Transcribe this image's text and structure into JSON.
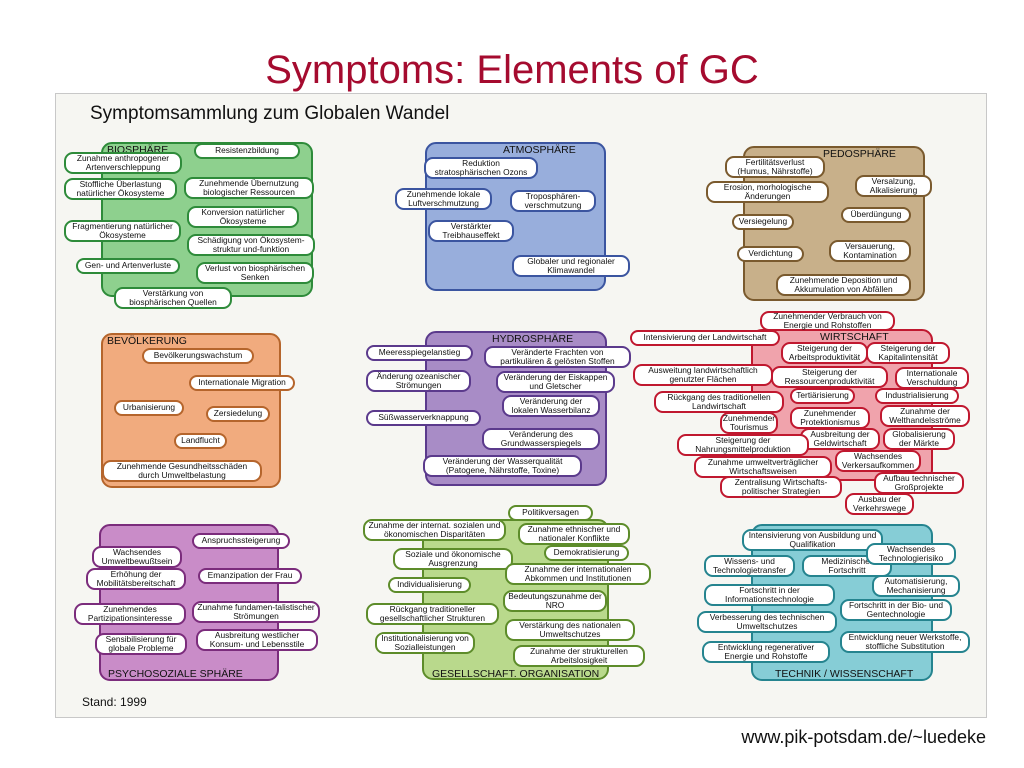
{
  "slide_title": "Symptoms: Elements of GC",
  "heading": "Symptomsammlung zum Globalen Wandel",
  "status": "Stand: 1999",
  "source_url": "www.pik-potsdam.de/~luedeke",
  "colors": {
    "title": "#a50b2f",
    "biosphaere": "#8ed08e",
    "atmosphaere": "#98aedc",
    "pedosphaere": "#c8b08a",
    "bevoelkerung": "#f1ab7e",
    "hydrosphaere": "#a88cc6",
    "wirtschaft": "#f0a3ac",
    "psychosozial": "#c98cc8",
    "gesellschaft": "#b9d98c",
    "technik": "#86cdd6"
  },
  "sections": [
    {
      "id": "biosphaere",
      "label": "BIOSPHÄRE",
      "color": "#8ed08e",
      "stroke": "#2e8b3a",
      "items": [
        "Zunahme anthropogener Artenverschleppung",
        "Resistenzbildung",
        "Stoffliche Überlastung natürlicher Ökosysteme",
        "Zunehmende Übernutzung biologischer Ressourcen",
        "Konversion natürlicher Ökosysteme",
        "Fragmentierung natürlicher Ökosysteme",
        "Schädigung von Ökosystem-struktur und-funktion",
        "Gen- und Artenverluste",
        "Verlust von biosphärischen Senken",
        "Verstärkung von biosphärischen Quellen"
      ]
    },
    {
      "id": "atmosphaere",
      "label": "ATMOSPHÄRE",
      "color": "#98aedc",
      "stroke": "#3b55a0",
      "items": [
        "Reduktion stratosphärischen Ozons",
        "Zunehmende lokale Luftverschmutzung",
        "Troposphären-verschmutzung",
        "Verstärkter Treibhauseffekt",
        "Globaler und regionaler Klimawandel"
      ]
    },
    {
      "id": "pedosphaere",
      "label": "PEDOSPHÄRE",
      "color": "#c8b08a",
      "stroke": "#7a5a2e",
      "items": [
        "Fertilitätsverlust (Humus, Nährstoffe)",
        "Versalzung, Alkalisierung",
        "Erosion, morhologische Änderungen",
        "Versiegelung",
        "Überdüngung",
        "Verdichtung",
        "Versauerung, Kontamination",
        "Zunehmende Deposition und Akkumulation von Abfällen"
      ]
    },
    {
      "id": "bevoelkerung",
      "label": "BEVÖLKERUNG",
      "color": "#f1ab7e",
      "stroke": "#b5652c",
      "items": [
        "Bevölkerungswachstum",
        "Internationale Migration",
        "Urbanisierung",
        "Zersiedelung",
        "Landflucht",
        "Zunehmende Gesundheitsschäden durch Umweltbelastung"
      ]
    },
    {
      "id": "hydrosphaere",
      "label": "HYDROSPHÄRE",
      "color": "#a88cc6",
      "stroke": "#5b3a8c",
      "items": [
        "Meeresspiegelanstieg",
        "Veränderte Frachten von partikulären & gelösten Stoffen",
        "Änderung ozeanischer Strömungen",
        "Veränderung der Eiskappen und Gletscher",
        "Veränderung der lokalen Wasserbilanz",
        "Süßwasserverknappung",
        "Veränderung des Grundwasserspiegels",
        "Veränderung der Wasserqualität (Patogene, Nährstoffe, Toxine)"
      ]
    },
    {
      "id": "wirtschaft",
      "label": "WIRTSCHAFT",
      "color": "#f0a3ac",
      "stroke": "#c0182f",
      "items": [
        "Zunehmender Verbrauch von Energie und Rohstoffen",
        "Intensivierung der Landwirtschaft",
        "Steigerung der Arbeitsproduktivität",
        "Steigerung der Kapitalintensität",
        "Ausweitung landwirtschaftlich genutzter Flächen",
        "Steigerung der Ressourcenproduktivität",
        "Internationale Verschuldung",
        "Rückgang des traditionellen Landwirtschaft",
        "Tertiärisierung",
        "Industrialisierung",
        "Zunehmender Tourismus",
        "Zunehmender Protektionismus",
        "Zunahme der Welthandelsströme",
        "Ausbreitung der Geldwirtschaft",
        "Globalisierung der Märkte",
        "Steigerung der Nahrungsmittelproduktion",
        "Zunahme umweltverträglicher Wirtschaftsweisen",
        "Wachsendes Verkersaufkommen",
        "Zentralisung Wirtschafts-politischer Strategien",
        "Aufbau technischer Großprojekte",
        "Ausbau der Verkehrswege"
      ]
    },
    {
      "id": "psychosozial",
      "label": "PSYCHOSOZIALE SPHÄRE",
      "color": "#c98cc8",
      "stroke": "#7b2c7c",
      "items": [
        "Anspruchssteigerung",
        "Wachsendes Umweltbewußtsein",
        "Erhöhung der Mobilitätsbereitschaft",
        "Emanzipation der Frau",
        "Zunehmendes Partizipationsinteresse",
        "Zunahme fundamen-talistischer Strömungen",
        "Sensibilisierung für globale Probleme",
        "Ausbreitung westlicher Konsum- und Lebensstile"
      ]
    },
    {
      "id": "gesellschaft",
      "label": "GESELLSCHAFT. ORGANISATION",
      "color": "#b9d98c",
      "stroke": "#5d8c2a",
      "items": [
        "Politikversagen",
        "Zunahme der internat. sozialen und ökonomischen Disparitäten",
        "Zunahme ethnischer und nationaler Konflikte",
        "Soziale und ökonomische Ausgrenzung",
        "Demokratisierung",
        "Zunahme der internationalen Abkommen und Institutionen",
        "Individualisierung",
        "Bedeutungszunahme der NRO",
        "Rückgang traditioneller gesellschaftlicher Strukturen",
        "Verstärkung des nationalen Umweltschutzes",
        "Institutionalisierung von Sozialleistungen",
        "Zunahme der strukturellen Arbeitslosigkeit"
      ]
    },
    {
      "id": "technik",
      "label": "TECHNIK / WISSENSCHAFT",
      "color": "#86cdd6",
      "stroke": "#25848f",
      "items": [
        "Intensivierung von Ausbildung und Qualifikation",
        "Wissens- und Technologietransfer",
        "Medizinischer Fortschritt",
        "Wachsendes Technologierisiko",
        "Automatisierung, Mechanisierung",
        "Fortschritt in der Informationstechnologie",
        "Fortschritt in der Bio- und Gentechnologie",
        "Verbesserung des technischen Umweltschutzes",
        "Entwicklung neuer Werkstoffe, stoffliche Substitution",
        "Entwicklung regenerativer Energie und Rohstoffe"
      ]
    }
  ]
}
